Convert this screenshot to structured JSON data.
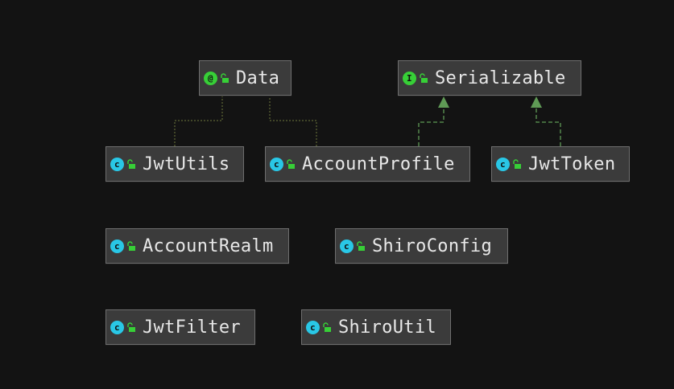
{
  "colors": {
    "background": "#131313",
    "node_fill": "#3b3b3b",
    "class_icon": "#29c7e6",
    "annotation_icon": "#37cf37",
    "interface_icon": "#37cf37",
    "implements_arrow": "#5f9a55",
    "annotated_link": "#6f7a3c"
  },
  "icon_letters": {
    "class": "c",
    "annotation": "@",
    "interface": "I"
  },
  "nodes": {
    "data": {
      "name": "Data",
      "kind": "annotation",
      "icon": "annotation-icon"
    },
    "serializable": {
      "name": "Serializable",
      "kind": "interface",
      "icon": "interface-icon"
    },
    "jwt_utils": {
      "name": "JwtUtils",
      "kind": "class",
      "icon": "class-icon"
    },
    "account_profile": {
      "name": "AccountProfile",
      "kind": "class",
      "icon": "class-icon"
    },
    "jwt_token": {
      "name": "JwtToken",
      "kind": "class",
      "icon": "class-icon"
    },
    "account_realm": {
      "name": "AccountRealm",
      "kind": "class",
      "icon": "class-icon"
    },
    "shiro_config": {
      "name": "ShiroConfig",
      "kind": "class",
      "icon": "class-icon"
    },
    "jwt_filter": {
      "name": "JwtFilter",
      "kind": "class",
      "icon": "class-icon"
    },
    "shiro_util": {
      "name": "ShiroUtil",
      "kind": "class",
      "icon": "class-icon"
    }
  },
  "relations": [
    {
      "from": "JwtUtils",
      "to": "Data",
      "type": "annotated"
    },
    {
      "from": "AccountProfile",
      "to": "Data",
      "type": "annotated"
    },
    {
      "from": "AccountProfile",
      "to": "Serializable",
      "type": "implements"
    },
    {
      "from": "JwtToken",
      "to": "Serializable",
      "type": "implements"
    }
  ]
}
